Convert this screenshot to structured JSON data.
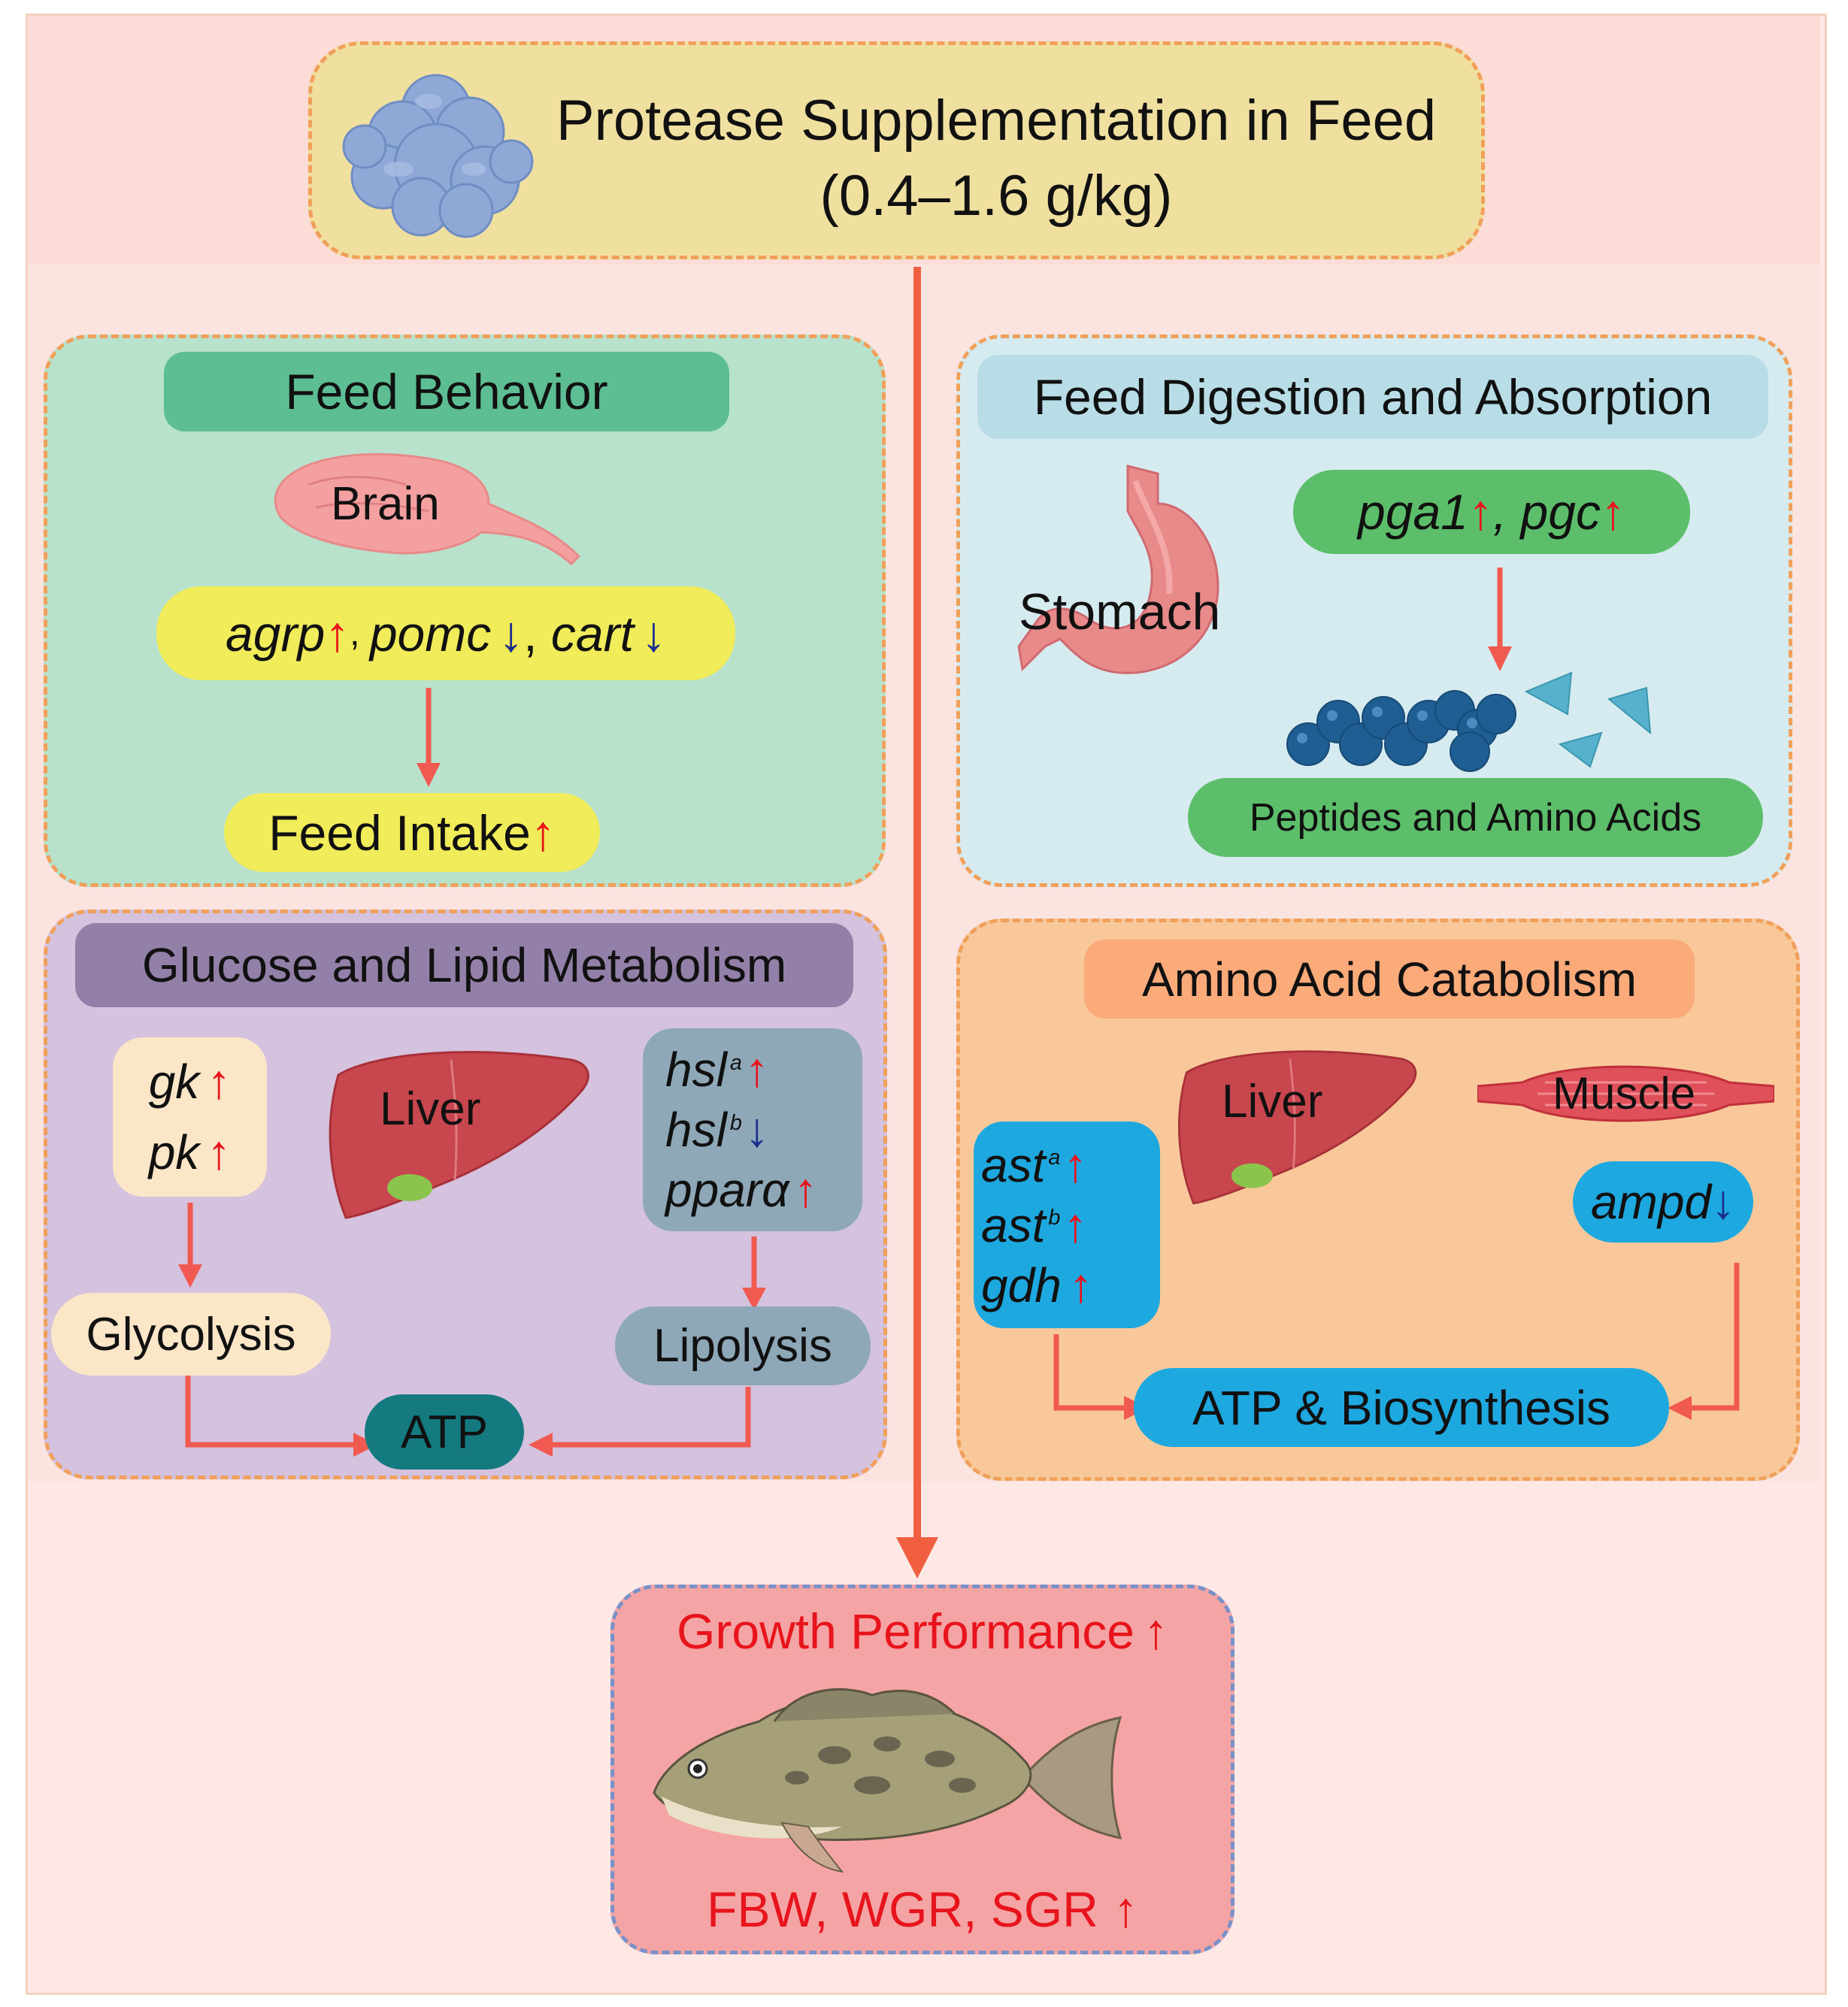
{
  "header": {
    "title_line1": "Protease Supplementation in Feed",
    "title_line2": "(0.4–1.6 g/kg)"
  },
  "feed_behavior": {
    "title": "Feed Behavior",
    "organ": "Brain",
    "genes": [
      {
        "name": "agrp",
        "dir": "↑",
        "sep": ", "
      },
      {
        "name": "pomc",
        "dir": "↓",
        "sep": ", "
      },
      {
        "name": "cart",
        "dir": "↓",
        "sep": ""
      }
    ],
    "outcome": "Feed Intake",
    "outcome_dir": "↑"
  },
  "digestion": {
    "title": "Feed Digestion and Absorption",
    "organ": "Stomach",
    "genes": [
      {
        "name": "pga1",
        "dir": "↑",
        "sep": ", "
      },
      {
        "name": "pgc",
        "dir": "↑",
        "sep": ""
      }
    ],
    "outcome": "Peptides and Amino Acids"
  },
  "glucose_lipid": {
    "title": "Glucose and Lipid Metabolism",
    "organ": "Liver",
    "left_genes": [
      {
        "name": "gk",
        "dir": "↑"
      },
      {
        "name": "pk",
        "dir": "↑"
      }
    ],
    "right_genes": [
      {
        "name": "hsl",
        "sup": "a",
        "dir": "↑"
      },
      {
        "name": "hsl",
        "sup": "b",
        "dir": "↓"
      },
      {
        "name": "pparα",
        "sup": "",
        "dir": "↑"
      }
    ],
    "glycolysis": "Glycolysis",
    "lipolysis": "Lipolysis",
    "atp": "ATP"
  },
  "amino_acid": {
    "title": "Amino Acid Catabolism",
    "organ_liver": "Liver",
    "organ_muscle": "Muscle",
    "liver_genes": [
      {
        "name": "ast",
        "sup": "a",
        "dir": "↑"
      },
      {
        "name": "ast",
        "sup": "b",
        "dir": "↑"
      },
      {
        "name": "gdh",
        "sup": "",
        "dir": "↑"
      }
    ],
    "muscle_gene": {
      "name": "ampd",
      "dir": "↓"
    },
    "outcome": "ATP & Biosynthesis"
  },
  "growth": {
    "title": "Growth Performance",
    "title_dir": "↑",
    "metrics": "FBW, WGR, SGR",
    "metrics_dir": "↑"
  },
  "colors": {
    "background": "#fde8e6",
    "header_fill": "#f0e0a0",
    "feed_behavior_fill": "#b8e2cc",
    "digestion_fill": "#d6ebf0",
    "glucose_fill": "#d4c2de",
    "amino_fill": "#f8c89a",
    "growth_fill": "#f4a4a4",
    "arrow": "#f05a50",
    "up_arrow": "#e8141c",
    "down_arrow": "#1a2e8c"
  }
}
